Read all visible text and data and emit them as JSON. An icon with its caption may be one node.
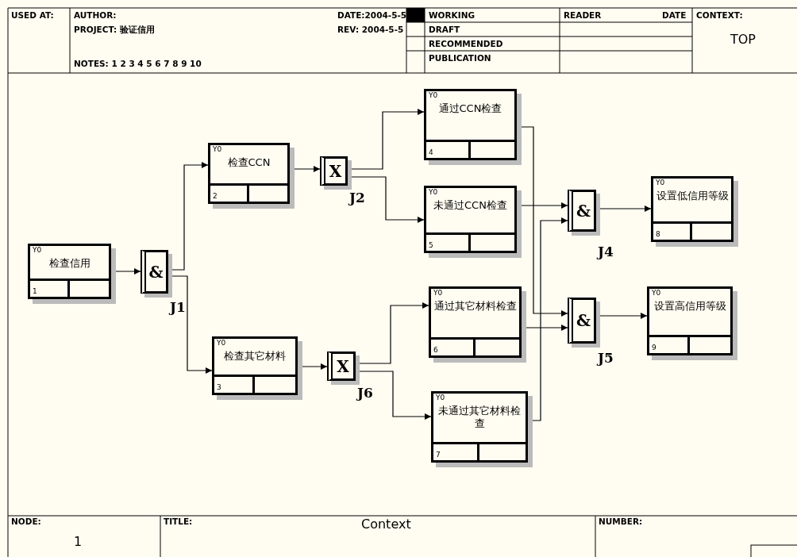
{
  "diagram": {
    "title": "Context",
    "nodes": [
      {
        "text": [
          "Y0",
          "检查信用",
          "1"
        ]
      },
      {
        "text": [
          "&"
        ],
        "beside": [
          "J1"
        ]
      },
      {
        "text": [
          "Y0",
          "检查CCN",
          "2"
        ]
      },
      {
        "text": [
          "Y0",
          "检查其它材料",
          "3"
        ]
      },
      {
        "text": [
          "X"
        ],
        "beside": [
          "J2"
        ]
      },
      {
        "text": [
          "Y0",
          "通过CCN检查",
          "4"
        ]
      },
      {
        "text": [
          "Y0",
          "未通过CCN检查",
          "5"
        ]
      },
      {
        "text": [
          "X"
        ],
        "beside": [
          "J6"
        ]
      },
      {
        "text": [
          "Y0",
          "通过其它材料检查",
          "6"
        ]
      },
      {
        "text": [
          "Y0",
          "未通过其它材料检查",
          "7"
        ]
      },
      {
        "text": [
          "&"
        ],
        "beside": [
          "J4"
        ]
      },
      {
        "text": [
          "&"
        ],
        "beside": [
          "J5"
        ]
      },
      {
        "text": [
          "Y0",
          "设置低信用等级",
          "8"
        ]
      },
      {
        "text": [
          "Y0",
          "设置高信用等级",
          "9"
        ]
      }
    ],
    "edges": [
      {
        "from": 0,
        "to": 1,
        "arrow": "to"
      },
      {
        "from": 1,
        "to": 2,
        "arrow": "to"
      },
      {
        "from": 1,
        "to": 3,
        "arrow": "to"
      },
      {
        "from": 2,
        "to": 4,
        "arrow": "to"
      },
      {
        "from": 4,
        "to": 5,
        "arrow": "to"
      },
      {
        "from": 4,
        "to": 6,
        "arrow": "to"
      },
      {
        "from": 3,
        "to": 7,
        "arrow": "to"
      },
      {
        "from": 7,
        "to": 8,
        "arrow": "to"
      },
      {
        "from": 7,
        "to": 9,
        "arrow": "to"
      },
      {
        "from": 5,
        "to": 11,
        "arrow": "to"
      },
      {
        "from": 6,
        "to": 10,
        "arrow": "to"
      },
      {
        "from": 9,
        "to": 10,
        "arrow": "to"
      },
      {
        "from": 8,
        "to": 11,
        "arrow": "to"
      },
      {
        "from": 10,
        "to": 12,
        "arrow": "to"
      },
      {
        "from": 11,
        "to": 13,
        "arrow": "to"
      }
    ],
    "labels": [
      "USED AT:",
      "AUTHOR:",
      "DATE:2004-5-5",
      "WORKING",
      "READER",
      "DATE",
      "CONTEXT:",
      "PROJECT: 验证信用",
      "REV: 2004-5-5",
      "DRAFT",
      "TOP",
      "RECOMMENDED",
      "NOTES: 1 2 3 4 5 6 7 8 9 10",
      "PUBLICATION",
      "NODE:",
      "TITLE:",
      "NUMBER:",
      "1"
    ]
  }
}
